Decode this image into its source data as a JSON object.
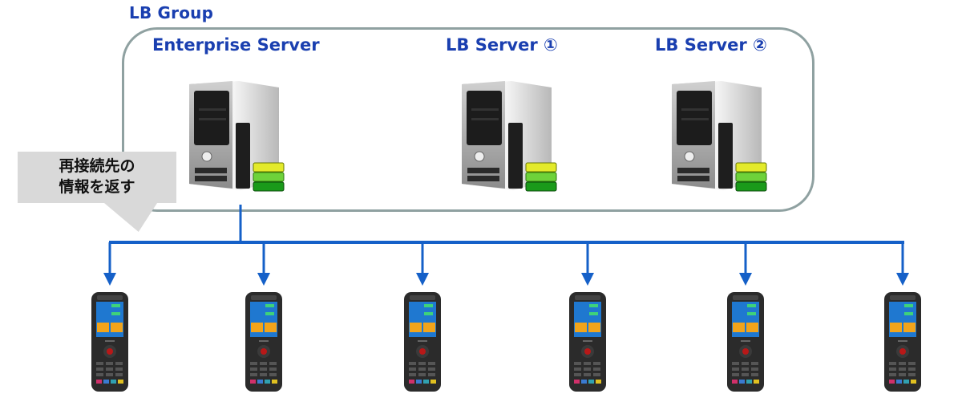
{
  "group": {
    "title": "LB Group"
  },
  "servers": [
    {
      "label": "Enterprise Server",
      "icon": "server-tower-icon"
    },
    {
      "label": "LB Server ①",
      "icon": "server-tower-icon"
    },
    {
      "label": "LB Server ②",
      "icon": "server-tower-icon"
    }
  ],
  "callout": {
    "line1": "再接続先の",
    "line2": "情報を返す"
  },
  "network": {
    "color": "#1560c8",
    "device_count": 6
  },
  "devices": [
    {
      "icon": "handheld-terminal-icon"
    },
    {
      "icon": "handheld-terminal-icon"
    },
    {
      "icon": "handheld-terminal-icon"
    },
    {
      "icon": "handheld-terminal-icon"
    },
    {
      "icon": "handheld-terminal-icon"
    },
    {
      "icon": "handheld-terminal-icon"
    }
  ],
  "colors": {
    "label_blue": "#1a3fb0",
    "group_border": "#8fa1a1",
    "callout_bg": "#d9d9d9"
  }
}
